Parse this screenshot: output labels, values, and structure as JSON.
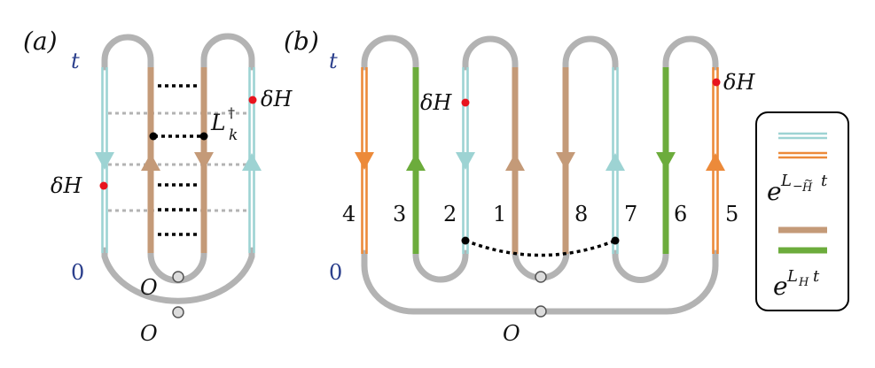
{
  "colors": {
    "gray": "#b3b3b3",
    "cyan": "#9dd3d3",
    "brown": "#c49a78",
    "green": "#6cac3c",
    "orange": "#ec8a3a",
    "red_dot": "#e8141e",
    "time_label": "#2b3f8c"
  },
  "panel_a": {
    "label": "(a)",
    "time_top": "t",
    "time_bottom": "0",
    "perturbation_right": "δH",
    "perturbation_left": "δH",
    "jump_operator": "L",
    "jump_dagger": "†",
    "jump_subscript": "k",
    "observable_inner": "O",
    "observable_outer": "O"
  },
  "panel_b": {
    "label": "(b)",
    "time_top": "t",
    "time_bottom": "0",
    "perturbation_left": "δH",
    "perturbation_right": "δH",
    "branch_numbers": [
      "4",
      "3",
      "2",
      "1",
      "8",
      "7",
      "6",
      "5"
    ],
    "observable": "O"
  },
  "legend": {
    "top_base": "e",
    "top_exp_script": "L",
    "top_exp_minus": "−",
    "top_exp_sub": "H",
    "top_exp_tilde": "~",
    "top_exp_var": "t",
    "bottom_base": "e",
    "bottom_exp_script": "L",
    "bottom_exp_sub": "H",
    "bottom_exp_var": "t"
  }
}
